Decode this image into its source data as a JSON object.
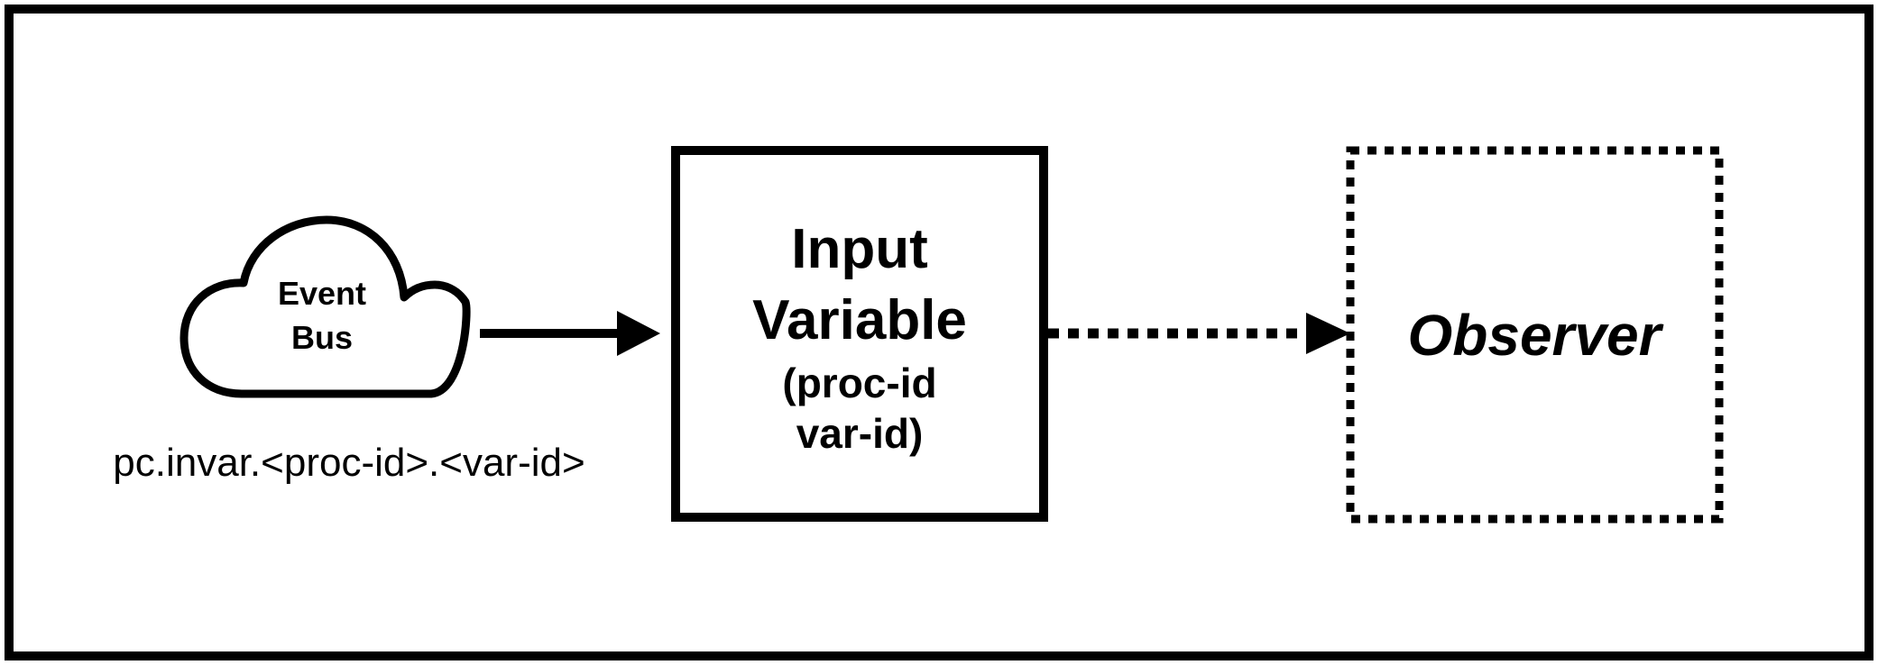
{
  "event_bus": {
    "label_line1": "Event",
    "label_line2": "Bus",
    "topic": "pc.invar.<proc-id>.<var-id>"
  },
  "input_variable": {
    "title_line1": "Input",
    "title_line2": "Variable",
    "sub_line1": "(proc-id",
    "sub_line2": "var-id)"
  },
  "observer": {
    "label": "Observer"
  },
  "colors": {
    "stroke": "#000000",
    "background": "#ffffff"
  }
}
